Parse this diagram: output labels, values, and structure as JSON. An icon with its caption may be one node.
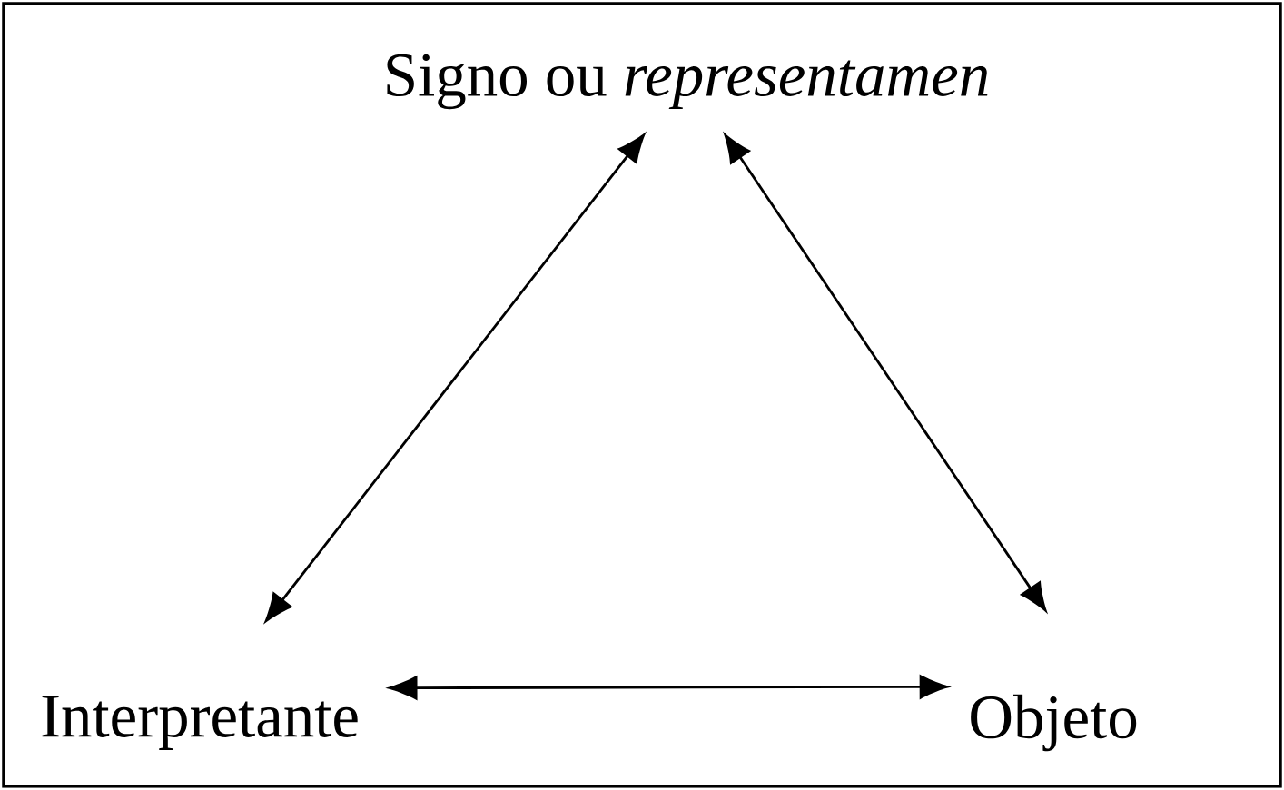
{
  "diagram": {
    "nodes": [
      {
        "text": [
          "Signo ou *representamen*"
        ]
      },
      {
        "text": [
          "Interpretante"
        ]
      },
      {
        "text": [
          "Objeto"
        ]
      }
    ],
    "edges": [
      {
        "from": 0,
        "to": 1,
        "arrow": "both"
      },
      {
        "from": 0,
        "to": 2,
        "arrow": "both"
      },
      {
        "from": 1,
        "to": 2,
        "arrow": "both"
      }
    ]
  }
}
